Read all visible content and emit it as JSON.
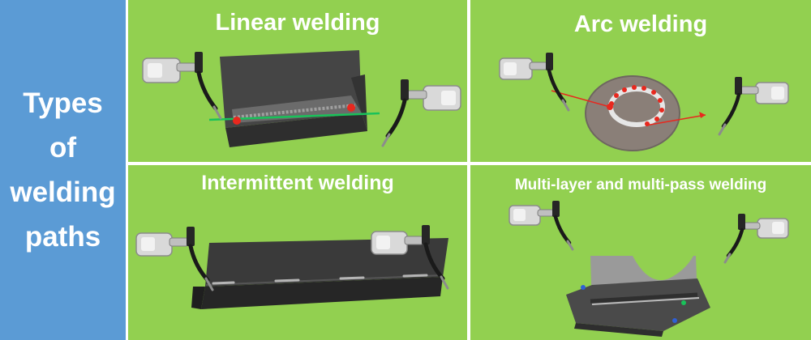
{
  "sidebar": {
    "lines": [
      "Types",
      "of",
      "welding",
      "paths"
    ],
    "background": "#5b9bd5"
  },
  "panels": {
    "linear": {
      "title": "Linear welding"
    },
    "arc": {
      "title": "Arc welding"
    },
    "intermittent": {
      "title": "Intermittent welding"
    },
    "multilayer": {
      "title": "Multi-layer and multi-pass welding"
    }
  },
  "colors": {
    "panel_background": "#92d050",
    "text": "#ffffff",
    "steel": "#3f3f3f",
    "path_line": "#19c25a",
    "weld_point": "#e8281e",
    "arc_arrow": "#e8281e"
  },
  "icons": [
    "welding-torch-icon"
  ]
}
